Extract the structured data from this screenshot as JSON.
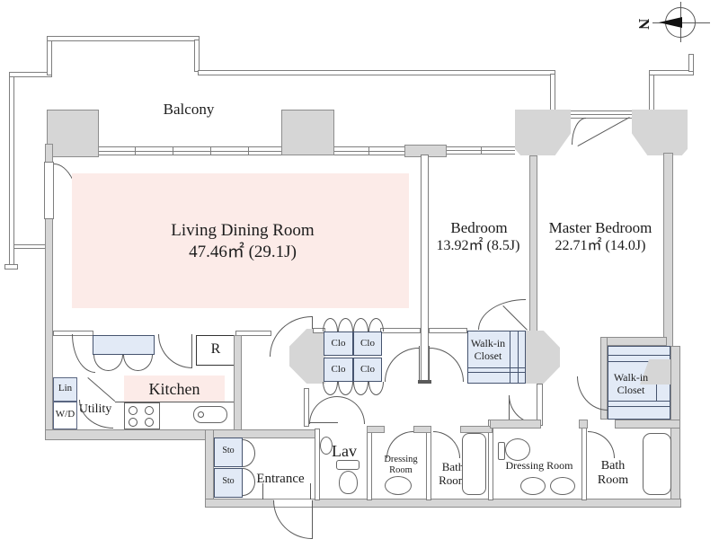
{
  "compass": {
    "label": "N"
  },
  "balcony": {
    "label": "Balcony"
  },
  "rooms": {
    "living": {
      "name": "Living Dining Room",
      "area": "47.46㎡ (29.1J)"
    },
    "bedroom": {
      "name": "Bedroom",
      "area": "13.92㎡ (8.5J)"
    },
    "master": {
      "name": "Master Bedroom",
      "area": "22.71㎡ (14.0J)"
    },
    "kitchen": {
      "name": "Kitchen"
    },
    "utility": {
      "name": "Utility"
    },
    "entrance": {
      "name": "Entrance"
    },
    "lav": {
      "name": "Lav"
    },
    "dressing_room_1": {
      "line1": "Dressing",
      "line2": "Room"
    },
    "bath_room_1": {
      "line1": "Bath",
      "line2": "Room"
    },
    "dressing_room_2": {
      "name": "Dressing Room"
    },
    "bath_room_2": {
      "line1": "Bath",
      "line2": "Room"
    }
  },
  "storage": {
    "walk_in_closet_1": {
      "line1": "Walk-in",
      "line2": "Closet"
    },
    "walk_in_closet_2": {
      "line1": "Walk-in",
      "line2": "Closet"
    },
    "closets": [
      "Clo",
      "Clo",
      "Clo",
      "Clo"
    ],
    "sto": [
      "Sto",
      "Sto"
    ],
    "lin": "Lin",
    "wd": "W/D",
    "refrigerator": "R"
  },
  "colors": {
    "wall": "#d6d6d6",
    "wall_line": "#8d8d8d",
    "room_accent_pink": "#fcebe8",
    "closet_fill": "#e2eaf6",
    "closet_border": "#46546f",
    "door_line": "#5a5a5a"
  }
}
